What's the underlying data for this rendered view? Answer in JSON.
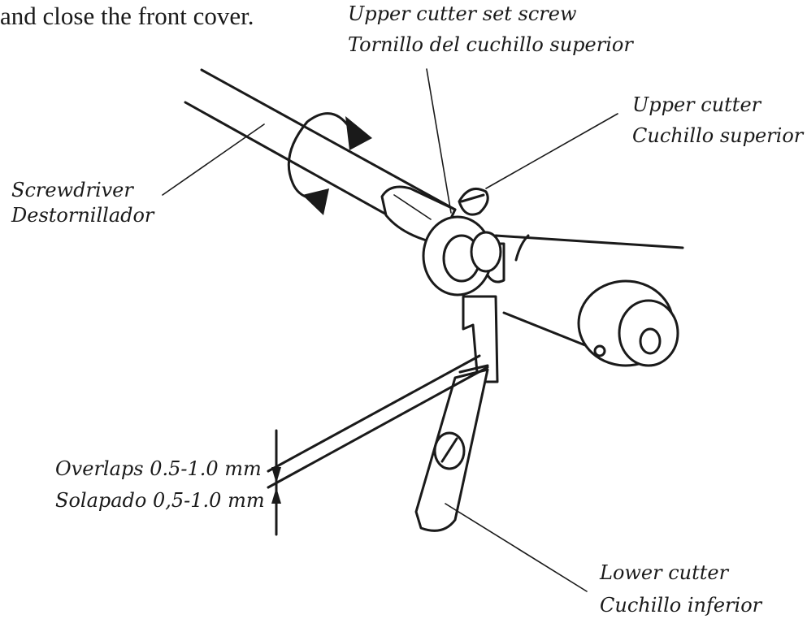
{
  "intro_text": "and close the front cover.",
  "labels": {
    "upper_cutter_set_screw": {
      "en": "Upper cutter set screw",
      "es": "Tornillo del cuchillo superior"
    },
    "upper_cutter": {
      "en": "Upper cutter",
      "es": "Cuchillo superior"
    },
    "screwdriver": {
      "en": "Screwdriver",
      "es": "Destornillador"
    },
    "overlap": {
      "en": "Overlaps 0.5-1.0 mm",
      "es": "Solapado 0,5-1.0 mm"
    },
    "lower_cutter": {
      "en": "Lower cutter",
      "es": "Cuchillo inferior"
    }
  }
}
